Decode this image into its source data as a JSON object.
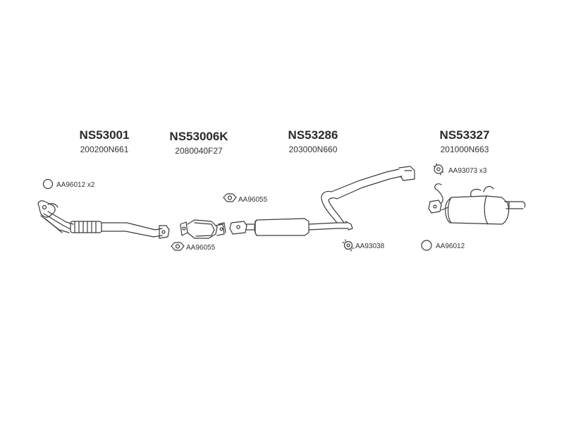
{
  "parts": [
    {
      "code": "NS53001",
      "ref": "200200N661"
    },
    {
      "code": "NS53006K",
      "ref": "2080040F27"
    },
    {
      "code": "NS53286",
      "ref": "203000N660"
    },
    {
      "code": "NS53327",
      "ref": "201000N663"
    }
  ],
  "fittings": [
    {
      "label": "AA96012 x2",
      "icon": "ring-gasket-icon"
    },
    {
      "label": "AA96055",
      "icon": "flange-gasket-icon"
    },
    {
      "label": "AA96055",
      "icon": "flange-gasket-icon"
    },
    {
      "label": "AA93038",
      "icon": "rubber-hanger-icon"
    },
    {
      "label": "AA96012",
      "icon": "ring-gasket-icon"
    },
    {
      "label": "AA93073  x3",
      "icon": "rubber-hanger-icon"
    }
  ],
  "colors": {
    "line": "#3a3a3a",
    "text": "#2a2a2a",
    "background": "#ffffff"
  }
}
